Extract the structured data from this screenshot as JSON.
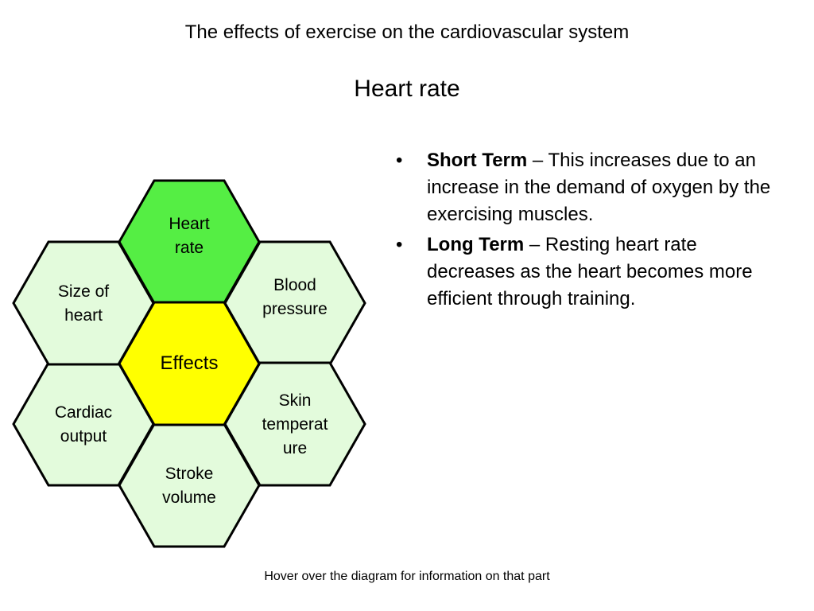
{
  "header": {
    "title": "The effects of exercise on the cardiovascular system",
    "section": "Heart rate"
  },
  "diagram": {
    "center": {
      "label": "Effects",
      "color": "#ffff00"
    },
    "cells": [
      {
        "id": "heart-rate",
        "lines": [
          "Heart",
          "rate"
        ],
        "color": "#55ee44",
        "selected": true
      },
      {
        "id": "blood-pressure",
        "lines": [
          "Blood",
          "pressure"
        ],
        "color": "#e3fbdc",
        "selected": false
      },
      {
        "id": "skin-temperature",
        "lines": [
          "Skin",
          "temperat",
          "ure"
        ],
        "color": "#e3fbdc",
        "selected": false
      },
      {
        "id": "stroke-volume",
        "lines": [
          "Stroke",
          "volume"
        ],
        "color": "#e3fbdc",
        "selected": false
      },
      {
        "id": "cardiac-output",
        "lines": [
          "Cardiac",
          "output"
        ],
        "color": "#e3fbdc",
        "selected": false
      },
      {
        "id": "size-of-heart",
        "lines": [
          "Size of",
          "heart"
        ],
        "color": "#e3fbdc",
        "selected": false
      }
    ]
  },
  "info": {
    "bullet": "•",
    "items": [
      {
        "term": "Short Term",
        "text": " – This increases due to an increase in the demand of oxygen by the exercising muscles."
      },
      {
        "term": "Long Term",
        "text": " – Resting heart rate decreases as the heart becomes more efficient through training."
      }
    ]
  },
  "footer": {
    "note": "Hover over the diagram for information on that part"
  }
}
